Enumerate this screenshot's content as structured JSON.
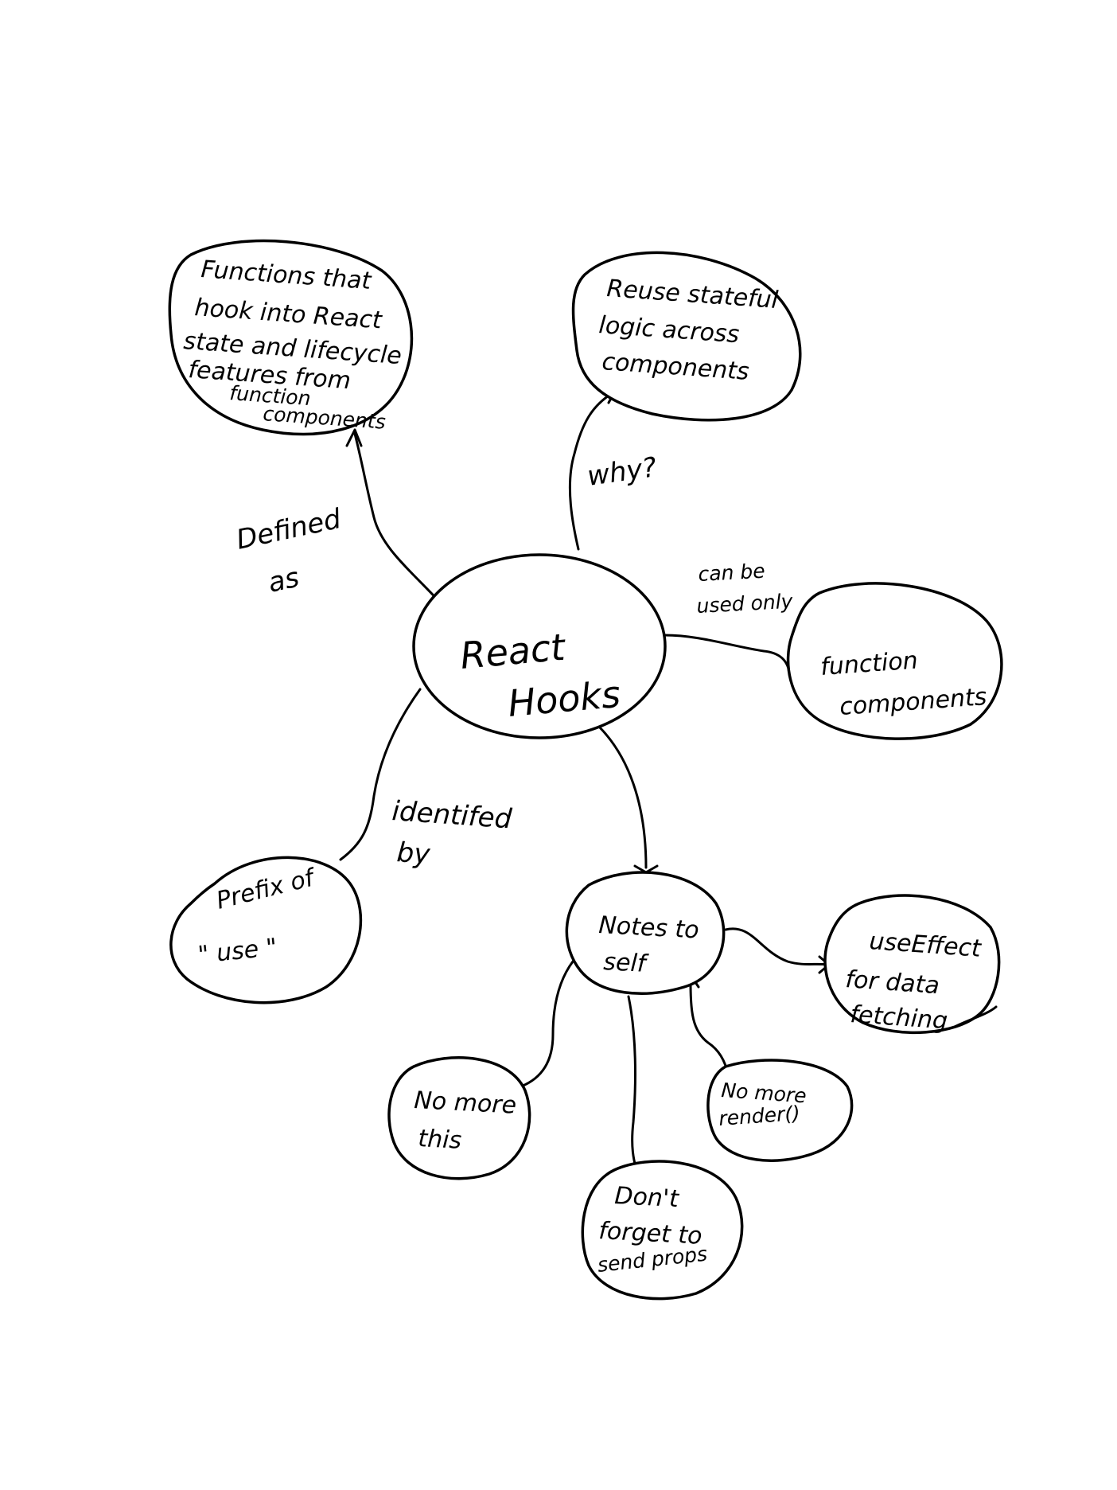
{
  "center": {
    "lines": [
      "React",
      "Hooks"
    ]
  },
  "nodes": {
    "definition": {
      "lines": [
        "Functions that",
        "hook into React",
        "state and lifecycle",
        "features from",
        "function",
        "components"
      ]
    },
    "reuse": {
      "lines": [
        "Reuse stateful",
        "logic across",
        "components"
      ]
    },
    "function_components": {
      "lines": [
        "function",
        "components"
      ]
    },
    "prefix": {
      "lines": [
        "Prefix of",
        "\" use \""
      ]
    },
    "notes": {
      "lines": [
        "Notes to",
        "self"
      ]
    },
    "use_effect": {
      "lines": [
        "useEffect",
        "for data",
        "fetching"
      ]
    },
    "no_this": {
      "lines": [
        "No more",
        "this"
      ]
    },
    "no_render": {
      "lines": [
        "No more",
        "render()"
      ]
    },
    "props": {
      "lines": [
        "Don't",
        "forget to",
        "send props"
      ]
    }
  },
  "edge_labels": {
    "defined_as": {
      "lines": [
        "Defined",
        "as"
      ]
    },
    "why": {
      "lines": [
        "why?"
      ]
    },
    "used_only": {
      "lines": [
        "can be",
        "used only"
      ]
    },
    "identified_by": {
      "lines": [
        "identifed",
        "by"
      ]
    }
  }
}
